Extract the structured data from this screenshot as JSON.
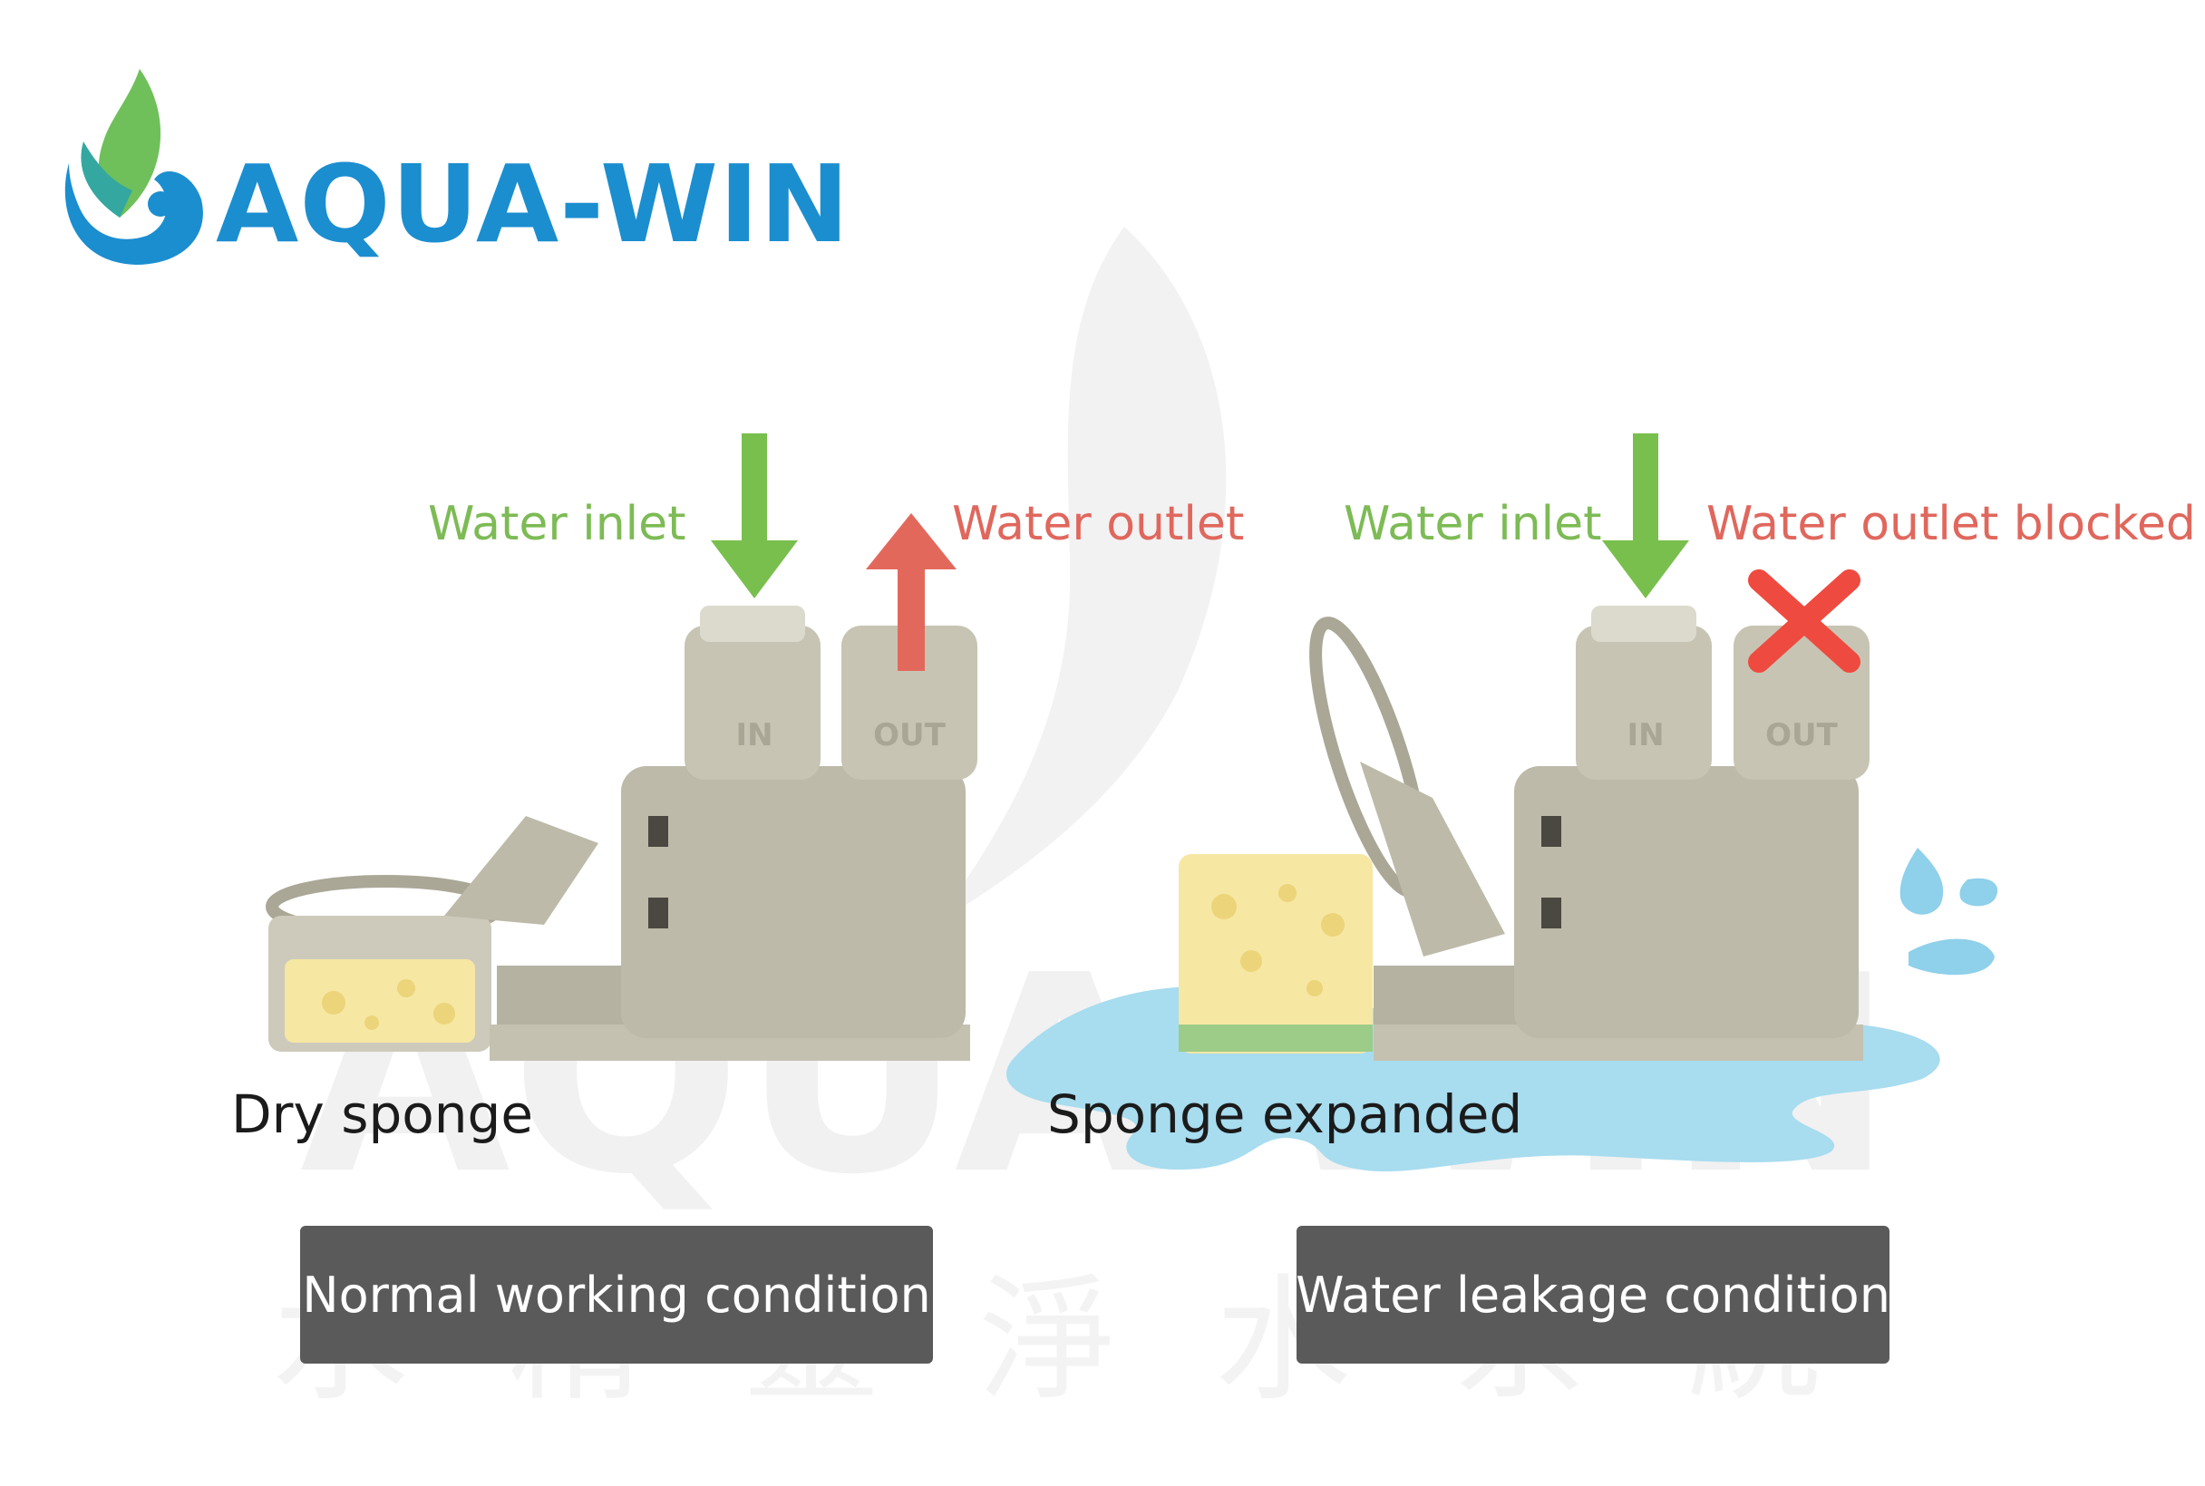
{
  "logo": {
    "brand": "AQUA-WIN",
    "icon": "water-drop-leaf-icon",
    "colors": {
      "blue": "#1b8ecf",
      "green": "#7dbb55"
    }
  },
  "panels": {
    "normal": {
      "inlet_label": "Water inlet",
      "outlet_label": "Water outlet",
      "sponge_label": "Dry sponge",
      "condition_label": "Normal working condition",
      "port_in": "IN",
      "port_out": "OUT"
    },
    "leak": {
      "inlet_label": "Water inlet",
      "outlet_label": "Water outlet blocked",
      "sponge_label": "Sponge expanded",
      "condition_label": "Water leakage condition",
      "port_in": "IN",
      "port_out": "OUT"
    }
  },
  "colors": {
    "inlet_arrow": "#79bf4d",
    "outlet_arrow": "#e3685c",
    "blocked_mark": "#ef4a3f",
    "valve_body": "#bdbaa9",
    "sponge": "#f6e7a3",
    "water": "#a8dcef",
    "condition_box": "#5a5a5a"
  },
  "watermark": {
    "text": "AQUA-WIN",
    "subtitle": "水精靈淨水系統"
  }
}
